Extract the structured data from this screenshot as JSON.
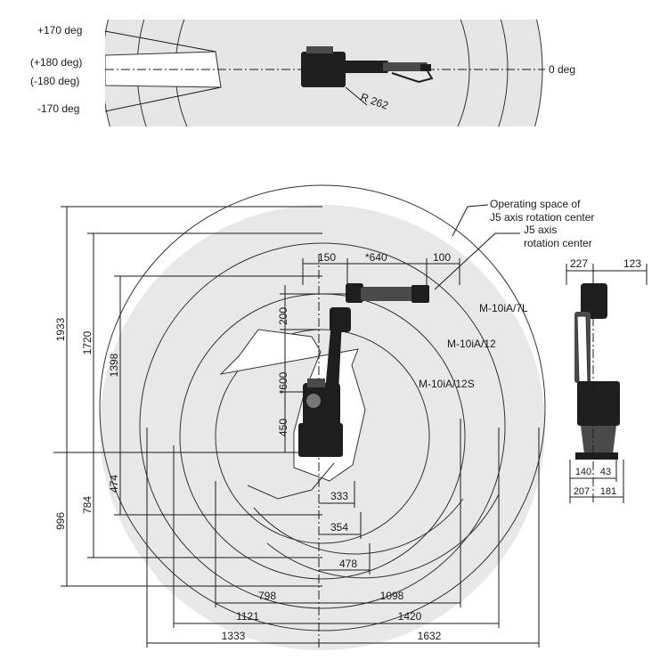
{
  "top_view": {
    "angle_pos170": "+170 deg",
    "angle_pos180": "(+180 deg)",
    "angle_neg180": "(-180 deg)",
    "angle_neg170": "-170 deg",
    "angle_zero": "0 deg",
    "radius_label": "R 262"
  },
  "side_view": {
    "callout_operating_space_line1": "Operating space of",
    "callout_operating_space_line2": "J5 axis rotation center",
    "callout_j5_line1": "J5 axis",
    "callout_j5_line2": "rotation center",
    "models": [
      "M-10iA/7L",
      "M-10iA/12",
      "M-10iA/12S"
    ],
    "top_dims": [
      "150",
      "*640",
      "100"
    ],
    "vertical_dims_left": [
      "1933",
      "1720",
      "1398",
      "996",
      "784",
      "474"
    ],
    "vertical_dims_inner": [
      "200",
      "*600",
      "450"
    ],
    "inner_horizontal_dims": [
      "333",
      "354",
      "478"
    ],
    "bottom_dims_left": [
      "798",
      "1121",
      "1333"
    ],
    "bottom_dims_right": [
      "1098",
      "1420",
      "1632"
    ]
  },
  "front_view": {
    "top_dims": [
      "227",
      "123"
    ],
    "base_dims_top": [
      "140",
      "43"
    ],
    "base_dims_bottom": [
      "207",
      "181"
    ]
  },
  "colors": {
    "envelope_fill": "#e6e6e6",
    "line": "#1a1a1a",
    "background": "#ffffff"
  }
}
